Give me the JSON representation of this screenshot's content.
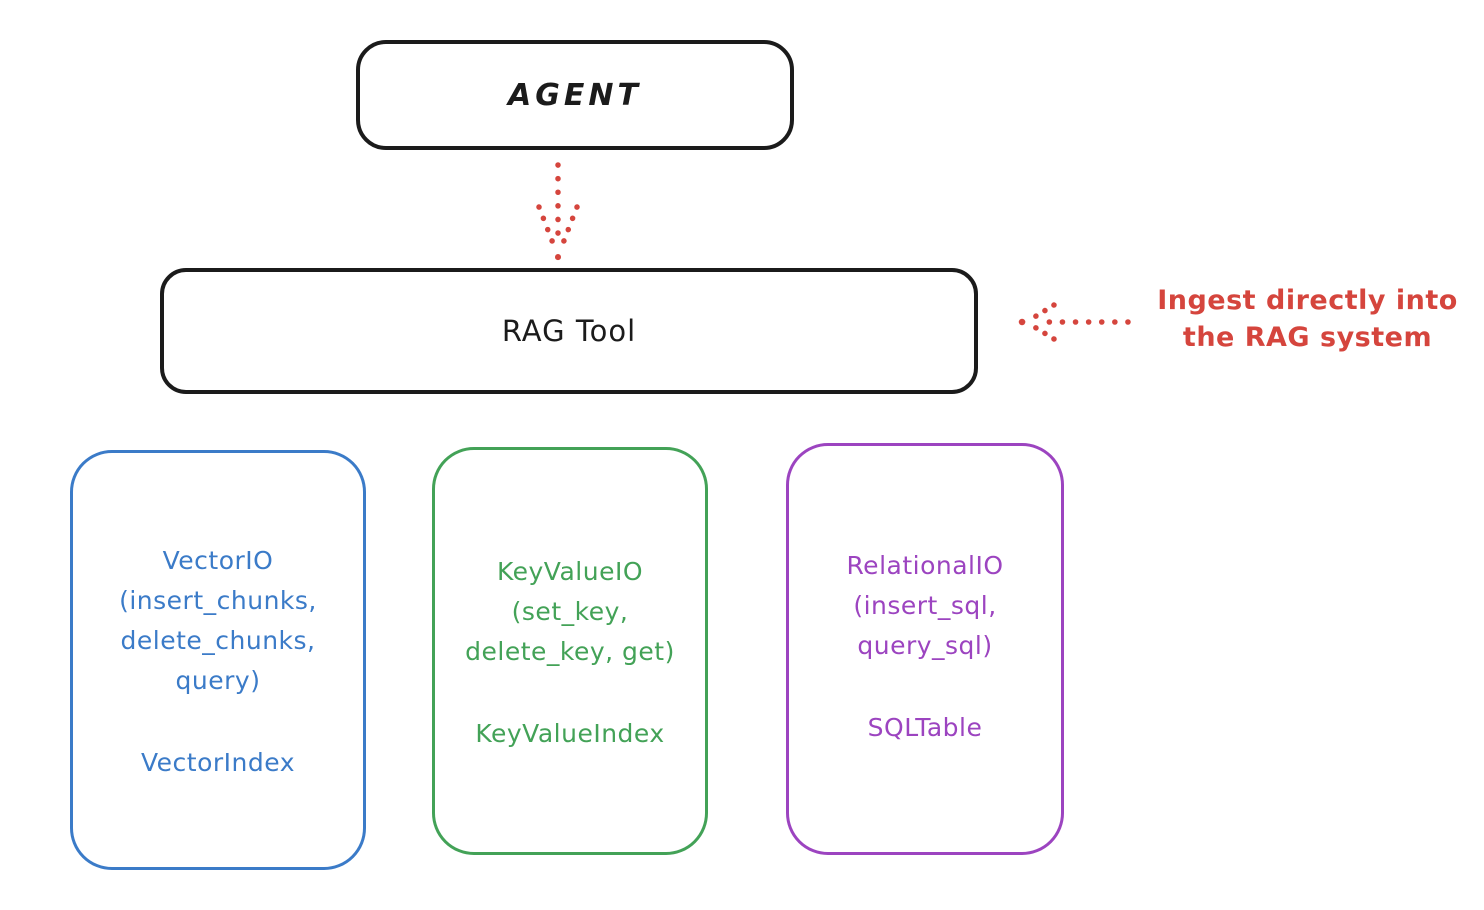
{
  "colors": {
    "ink": "#1b1b1b",
    "red": "#d5453d",
    "blue": "#3b7bc8",
    "green": "#43a257",
    "purple": "#9c44c0",
    "bg": "#ffffff"
  },
  "nodes": {
    "agent": {
      "label": "AGENT"
    },
    "rag_tool": {
      "label": "RAG Tool"
    }
  },
  "annotation": {
    "line1": "Ingest directly into",
    "line2": "the RAG system"
  },
  "arrows": [
    {
      "name": "agent-to-rag-tool",
      "style": "dotted",
      "color": "#d5453d",
      "direction": "down"
    },
    {
      "name": "ingest-annotation-to-rag-tool",
      "style": "dotted",
      "color": "#d5453d",
      "direction": "left"
    }
  ],
  "backends": [
    {
      "title": "VectorIO",
      "params": [
        "(insert_chunks,",
        "delete_chunks,",
        "query)"
      ],
      "index": "VectorIndex",
      "color": "#3b7bc8"
    },
    {
      "title": "KeyValueIO",
      "params": [
        "(set_key,",
        "delete_key, get)"
      ],
      "index": "KeyValueIndex",
      "color": "#43a257"
    },
    {
      "title": "RelationalIO",
      "params": [
        "(insert_sql,",
        "query_sql)"
      ],
      "index": "SQLTable",
      "color": "#9c44c0"
    }
  ]
}
